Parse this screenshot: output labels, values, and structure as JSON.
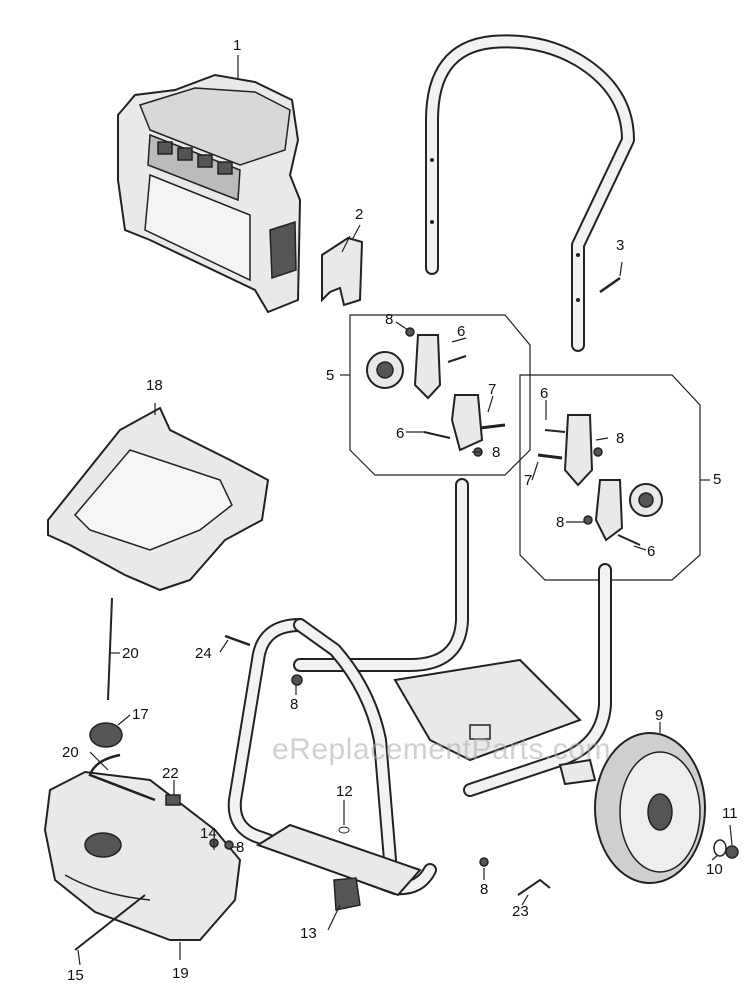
{
  "watermark": "eReplacementParts.com",
  "callouts": [
    {
      "id": "c1",
      "text": "1"
    },
    {
      "id": "c2",
      "text": "2"
    },
    {
      "id": "c3",
      "text": "3"
    },
    {
      "id": "c5a",
      "text": "5"
    },
    {
      "id": "c5b",
      "text": "5"
    },
    {
      "id": "c6a",
      "text": "6"
    },
    {
      "id": "c6b",
      "text": "6"
    },
    {
      "id": "c6c",
      "text": "6"
    },
    {
      "id": "c6d",
      "text": "6"
    },
    {
      "id": "c7a",
      "text": "7"
    },
    {
      "id": "c7b",
      "text": "7"
    },
    {
      "id": "c8a",
      "text": "8"
    },
    {
      "id": "c8b",
      "text": "8"
    },
    {
      "id": "c8c",
      "text": "8"
    },
    {
      "id": "c8d",
      "text": "8"
    },
    {
      "id": "c8e",
      "text": "8"
    },
    {
      "id": "c8f",
      "text": "8"
    },
    {
      "id": "c8g",
      "text": "8"
    },
    {
      "id": "c9",
      "text": "9"
    },
    {
      "id": "c10",
      "text": "10"
    },
    {
      "id": "c11",
      "text": "11"
    },
    {
      "id": "c12",
      "text": "12"
    },
    {
      "id": "c13",
      "text": "13"
    },
    {
      "id": "c14",
      "text": "14"
    },
    {
      "id": "c15",
      "text": "15"
    },
    {
      "id": "c17",
      "text": "17"
    },
    {
      "id": "c18",
      "text": "18"
    },
    {
      "id": "c19",
      "text": "19"
    },
    {
      "id": "c20a",
      "text": "20"
    },
    {
      "id": "c20b",
      "text": "20"
    },
    {
      "id": "c22",
      "text": "22"
    },
    {
      "id": "c23",
      "text": "23"
    },
    {
      "id": "c24",
      "text": "24"
    }
  ]
}
